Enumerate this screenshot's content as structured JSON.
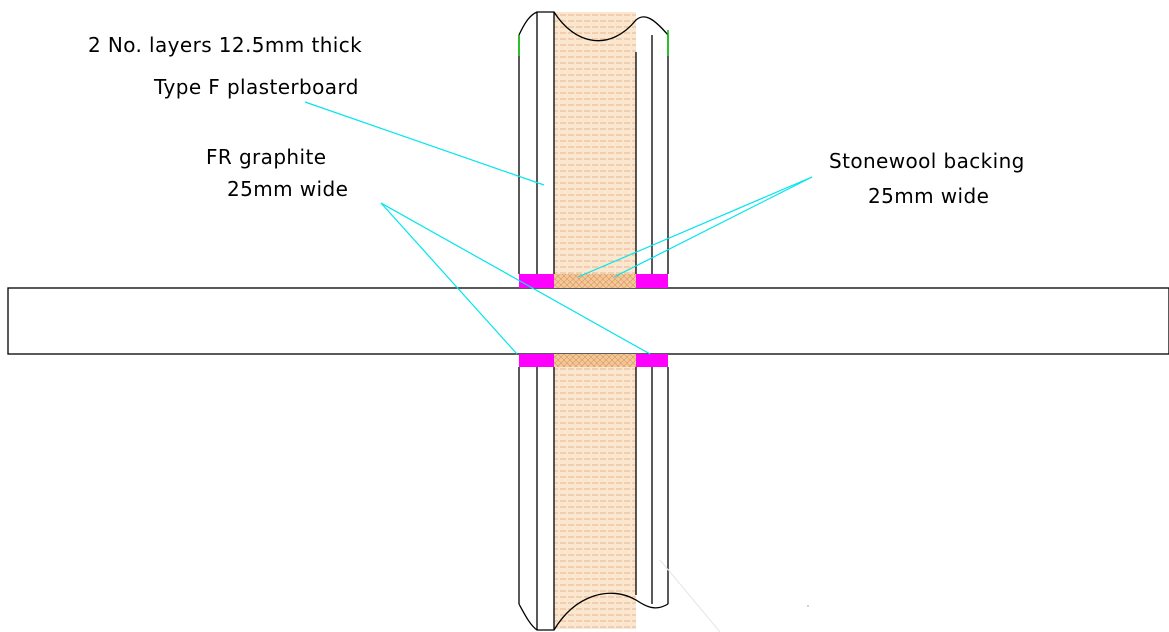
{
  "labels": {
    "plasterboard_line1": "2 No. layers 12.5mm thick",
    "plasterboard_line2": "Type F plasterboard",
    "graphite_line1": "FR graphite",
    "graphite_line2": "25mm wide",
    "stonewool_line1": "Stonewool backing",
    "stonewool_line2": "25mm wide"
  },
  "colors": {
    "leader": "#00e5ee",
    "graphite": "#ff00ff",
    "insulation": "#f3c89a",
    "insulation_lines": "#e0a878",
    "linework": "#000000",
    "wall_edge_mark": "#00c000"
  }
}
